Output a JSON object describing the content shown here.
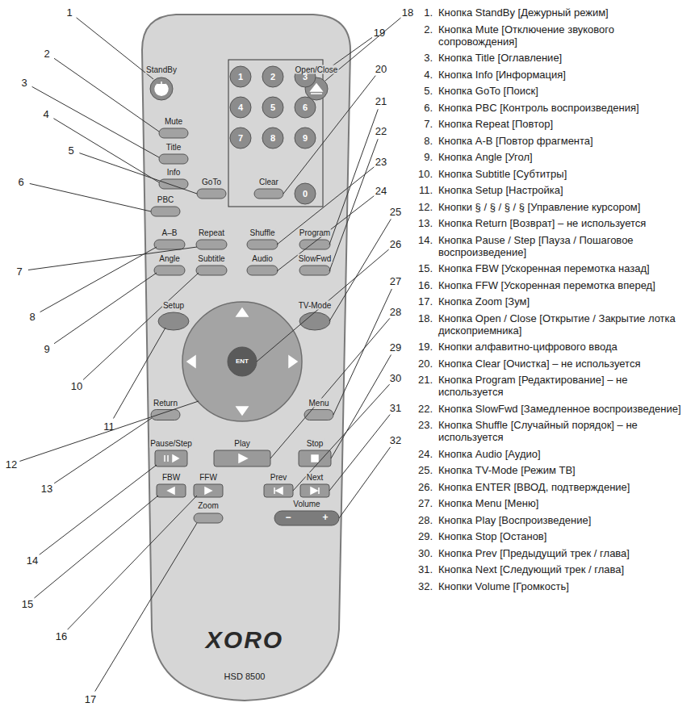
{
  "diagram": {
    "labels": [
      "1",
      "2",
      "3",
      "4",
      "5",
      "6",
      "7",
      "8",
      "9",
      "10",
      "11",
      "12",
      "13",
      "14",
      "15",
      "16",
      "17",
      "18",
      "19",
      "20",
      "21",
      "22",
      "23",
      "24",
      "25",
      "26",
      "27",
      "28",
      "29",
      "30",
      "31",
      "32",
      "StandBy",
      "Open/Close",
      "Mute",
      "Title",
      "Info",
      "1",
      "2",
      "3",
      "4",
      "5",
      "6",
      "7",
      "8",
      "9",
      "GoTo",
      "Clear",
      "0",
      "PBC",
      "A–B",
      "Repeat",
      "Shuffle",
      "Program",
      "Angle",
      "Subtitle",
      "Audio",
      "SlowFwd",
      "Setup",
      "TV-Mode",
      "ENT",
      "Return",
      "Menu",
      "Pause/Step",
      "Play",
      "Stop",
      "FBW",
      "FFW",
      "Prev",
      "Next",
      "Zoom",
      "Volume",
      "−",
      "+",
      "XORO",
      "HSD 8500",
      "1.",
      "Кнопка StandBy [Дежурный режим]",
      "2.",
      "Кнопка Mute [Отключение звукового сопровождения]",
      "3.",
      "Кнопка Title [Оглавление]",
      "4.",
      "Кнопка Info [Информация]",
      "5.",
      "Кнопка GoTo [Поиск]",
      "6.",
      "Кнопка PBC [Контроль воспроизведения]",
      "7.",
      "Кнопка Repeat [Повтор]",
      "8.",
      "Кнопка A-B [Повтор фрагмента]",
      "9.",
      "Кнопка Angle [Угол]",
      "10.",
      "Кнопка Subtitle [Субтитры]",
      "11.",
      "Кнопка Setup [Настройка]",
      "12.",
      "Кнопки § / § / § / § [Управление курсором]",
      "13.",
      "Кнопка Return [Возврат] – не используется",
      "14.",
      "Кнопка Pause / Step [Пауза / Пошаговое воспроизведение]",
      "15.",
      "Кнопка FBW [Ускоренная перемотка назад]",
      "16.",
      "Кнопка FFW [Ускоренная перемотка вперед]",
      "17.",
      "Кнопка Zoom [Зум]",
      "18.",
      "Кнопка Open / Close [Открытие / Закрытие лотка дископриемника]",
      "19.",
      "Кнопки алфавитно-цифрового ввода",
      "20.",
      "Кнопка Clear [Очистка] – не используется",
      "21.",
      "Кнопка Program [Редактирование] – не используется",
      "22.",
      "Кнопка SlowFwd [Замедленное воспроизведение]",
      "23.",
      "Кнопка Shuffle [Случайный порядок] – не используется",
      "24.",
      "Кнопка Audio [Аудио]",
      "25.",
      "Кнопка TV-Mode [Режим ТВ]",
      "26.",
      "Кнопка ENTER [ВВОД, подтверждение]",
      "27.",
      "Кнопка Menu [Меню]",
      "28.",
      "Кнопка Play [Воспроизведение]",
      "29.",
      "Кнопка Stop [Останов]",
      "30.",
      "Кнопка Prev [Предыдущий трек / глава]",
      "31.",
      "Кнопка Next [Следующий трек / глава]",
      "32.",
      "Кнопки Volume [Громкость]"
    ]
  }
}
